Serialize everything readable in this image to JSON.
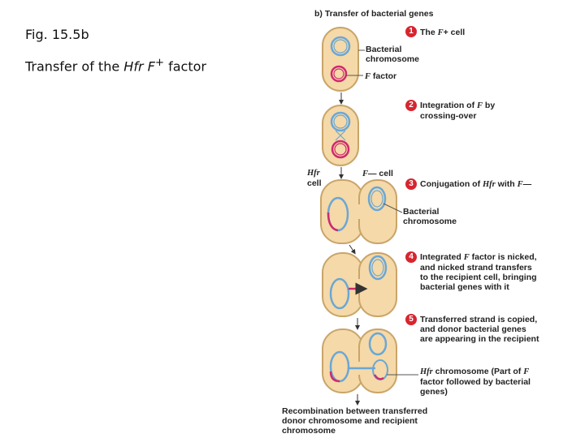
{
  "caption": {
    "fig": "Fig. 15.5b",
    "title_prefix": "Transfer of the ",
    "title_hfr": "Hfr",
    "title_f": "F",
    "title_sup": "+",
    "title_suffix": " factor"
  },
  "diagram": {
    "heading": "b) Transfer of bacterial genes",
    "steps": [
      {
        "num": "1",
        "text_a": "The ",
        "text_f": "F",
        "text_b": "+ cell"
      },
      {
        "num": "2",
        "text_a": "Integration of ",
        "text_f": "F",
        "text_b": " by",
        "line2": "crossing-over"
      },
      {
        "num": "3",
        "text_a": "Conjugation of ",
        "text_hfr": "Hfr",
        "text_b": " with ",
        "text_f": "F",
        "text_c": "—"
      },
      {
        "num": "4",
        "line1_a": "Integrated ",
        "line1_f": "F",
        "line1_b": " factor is nicked,",
        "line2": "and nicked strand transfers",
        "line3": "to the recipient cell, bringing",
        "line4": "bacterial genes with it"
      },
      {
        "num": "5",
        "line1": "Transferred strand is copied,",
        "line2": "and donor bacterial genes",
        "line3": "are appearing in the recipient"
      }
    ],
    "labels": {
      "bact_chrom_1": "Bacterial",
      "bact_chrom_2": "chromosome",
      "f_factor_f": "F",
      "f_factor_rest": " factor",
      "hfr_cell_hfr": "Hfr",
      "hfr_cell_cell": "cell",
      "fminus_f": "F",
      "fminus_rest": "— cell",
      "bact_chrom2_1": "Bacterial",
      "bact_chrom2_2": "chromosome",
      "hfr_chrom_hfr": "Hfr",
      "hfr_chrom_a": " chromosome (Part of ",
      "hfr_chrom_f": "F",
      "hfr_chrom_2": "factor followed by bacterial",
      "hfr_chrom_3": "genes)",
      "recomb_1": "Recombination between transferred",
      "recomb_2": "donor chromosome and recipient",
      "recomb_3": "chromosome"
    },
    "colors": {
      "cell_fill": "#f5d9a8",
      "cell_stroke": "#c9a56a",
      "chromosome": "#6aa7d6",
      "f_factor": "#cf2a6e",
      "step_badge": "#d7252f"
    }
  }
}
